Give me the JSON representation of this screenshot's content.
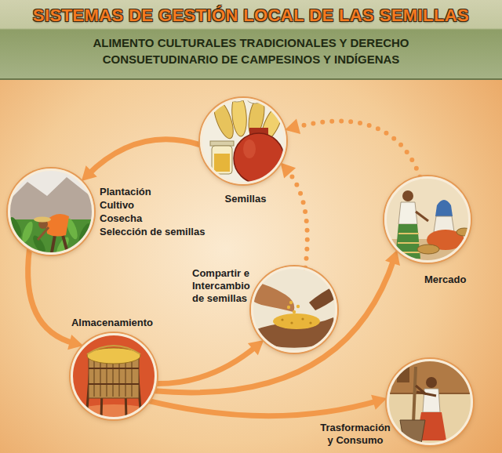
{
  "diagram": {
    "title": "SISTEMAS DE GESTIÓN LOCAL DE LAS SEMILLAS",
    "nodes": [
      {
        "text": [
          "Semillas"
        ]
      },
      {
        "text": [
          "Plantación",
          "Cultivo",
          "Cosecha",
          "Selección de semillas"
        ]
      },
      {
        "text": [
          "Mercado"
        ]
      },
      {
        "text": [
          "Compartir e Intercambio de semillas"
        ]
      },
      {
        "text": [
          "Almacenamiento"
        ]
      },
      {
        "text": [
          "Trasformación y Consumo"
        ]
      }
    ],
    "edges": [
      {
        "from": 0,
        "to": 1,
        "arrow": "to"
      },
      {
        "from": 1,
        "to": 4,
        "arrow": "to"
      },
      {
        "from": 4,
        "to": 3,
        "arrow": "to"
      },
      {
        "from": 4,
        "to": 2,
        "arrow": "to"
      },
      {
        "from": 4,
        "to": 5,
        "arrow": "to"
      },
      {
        "from": 3,
        "to": 0,
        "arrow": "to"
      },
      {
        "from": 2,
        "to": 0,
        "arrow": "to"
      }
    ],
    "labels": [
      "ALIMENTO CULTURALES TRADICIONALES Y DERECHO CONSUETUDINARIO DE CAMPESINOS Y INDÍGENAS"
    ]
  }
}
